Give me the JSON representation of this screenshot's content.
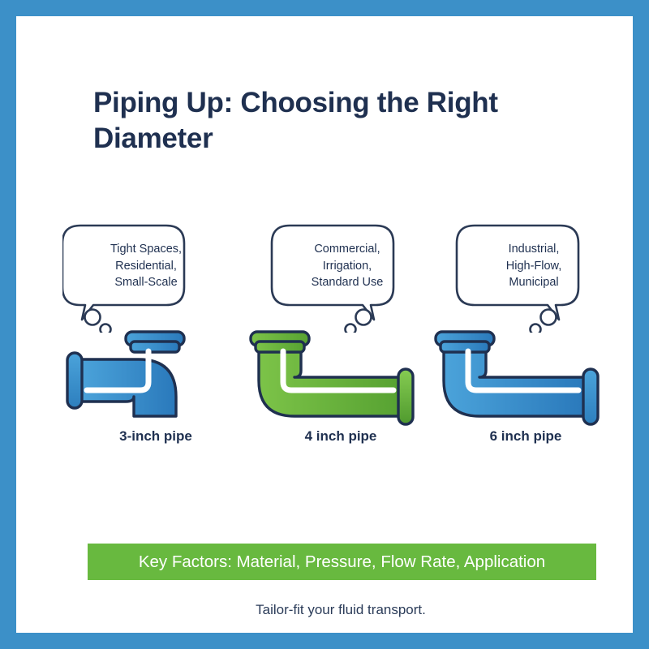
{
  "poster": {
    "border_color": "#3c90c8",
    "background_color": "#ffffff",
    "title": "Piping Up: Choosing the Right Diameter"
  },
  "columns": [
    {
      "bubble_text": "Tight Spaces,\nResidential,\nSmall-Scale",
      "bubble_lines": [
        "Tight Spaces,",
        "Residential,",
        "Small-Scale"
      ],
      "pipe_label": "3-inch pipe",
      "pipe_color": "#3f97d3",
      "pipe_color_dark": "#2a79bb",
      "pipe_orientation": "vertical-right",
      "pipe_icon": "elbow-pipe-icon"
    },
    {
      "bubble_text": "Commercial,\nIrrigation,\nStandard Use",
      "bubble_lines": [
        "Commercial,",
        "Irrigation,",
        "Standard Use"
      ],
      "pipe_label": "4 inch pipe",
      "pipe_color": "#74bc44",
      "pipe_color_dark": "#4f9a2e",
      "pipe_orientation": "vertical-left",
      "pipe_icon": "elbow-pipe-icon"
    },
    {
      "bubble_text": "Industrial,\nHigh-Flow,\nMunicipal",
      "bubble_lines": [
        "Industrial,",
        "High-Flow,",
        "Municipal"
      ],
      "pipe_label": "6 inch pipe",
      "pipe_color": "#3f97d3",
      "pipe_color_dark": "#2a79bb",
      "pipe_orientation": "vertical-left",
      "pipe_icon": "elbow-pipe-icon"
    }
  ],
  "banner": {
    "text": "Key Factors: Material, Pressure, Flow Rate, Application",
    "background_color": "#68b93f",
    "text_color": "#ffffff"
  },
  "footer": {
    "text": "Tailor-fit your fluid transport."
  },
  "palette": {
    "outline": "#1f3050",
    "title_color": "#1f3050",
    "accent_blue": "#3c90c8",
    "accent_green": "#68b93f"
  }
}
